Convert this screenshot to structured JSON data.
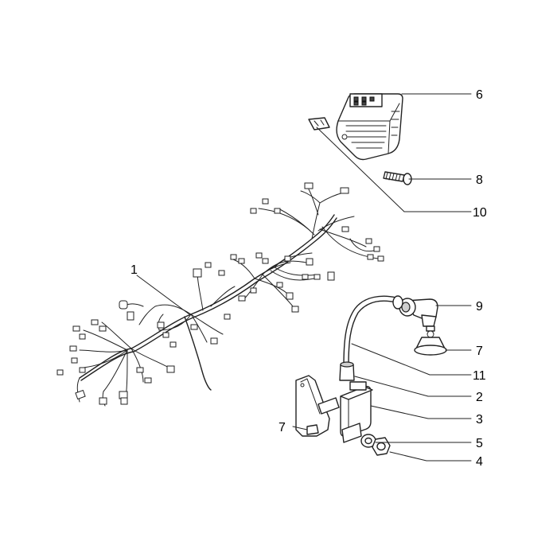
{
  "diagram": {
    "callouts": [
      {
        "id": "1"
      },
      {
        "id": "2"
      },
      {
        "id": "3"
      },
      {
        "id": "4"
      },
      {
        "id": "5"
      },
      {
        "id": "6"
      },
      {
        "id": "7"
      },
      {
        "id": "7"
      },
      {
        "id": "8"
      },
      {
        "id": "9"
      },
      {
        "id": "10"
      },
      {
        "id": "11"
      }
    ]
  }
}
